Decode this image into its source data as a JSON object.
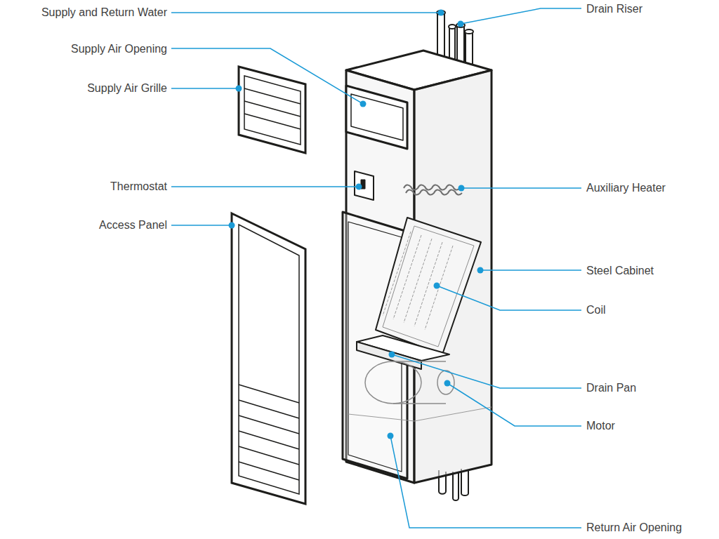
{
  "diagram": {
    "labels": [
      "Supply and Return Water",
      "Drain Riser",
      "Supply Air Opening",
      "Supply Air Grille",
      "Thermostat",
      "Auxiliary Heater",
      "Access Panel",
      "Steel Cabinet",
      "Coil",
      "Drain Pan",
      "Motor",
      "Return Air Opening"
    ]
  }
}
